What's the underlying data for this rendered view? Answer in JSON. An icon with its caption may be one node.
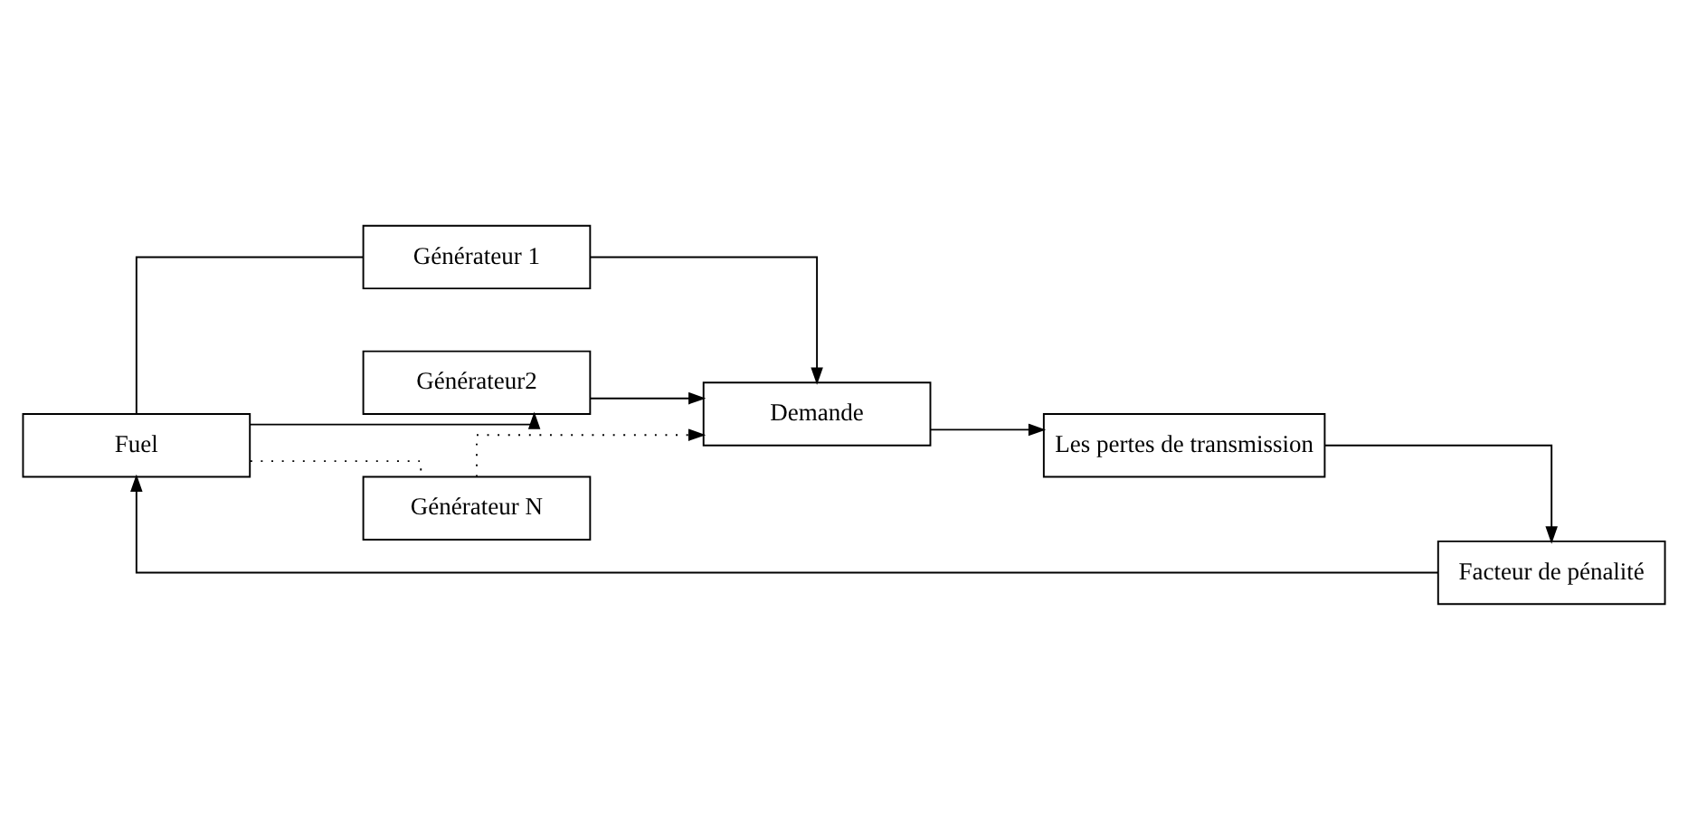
{
  "diagram": {
    "nodes": [
      {
        "text": [
          "Fuel"
        ]
      },
      {
        "text": [
          "Générateur 1"
        ]
      },
      {
        "text": [
          "Générateur2"
        ]
      },
      {
        "text": [
          "Générateur N"
        ]
      },
      {
        "text": [
          "Demande"
        ]
      },
      {
        "text": [
          "Les pertes de transmission"
        ]
      },
      {
        "text": [
          "Facteur de pénalité"
        ]
      }
    ],
    "edges": [
      {
        "from": 0,
        "to": 1,
        "arrow": "none"
      },
      {
        "from": 0,
        "to": 2,
        "arrow": "to"
      },
      {
        "from": 0,
        "to": 3,
        "arrow": "none",
        "style": "dashed"
      },
      {
        "from": 1,
        "to": 4,
        "arrow": "to"
      },
      {
        "from": 2,
        "to": 4,
        "arrow": "to"
      },
      {
        "from": 3,
        "to": 4,
        "arrow": "to",
        "style": "dashed"
      },
      {
        "from": 4,
        "to": 5,
        "arrow": "to"
      },
      {
        "from": 5,
        "to": 6,
        "arrow": "to"
      },
      {
        "from": 6,
        "to": 0,
        "arrow": "to"
      }
    ]
  }
}
